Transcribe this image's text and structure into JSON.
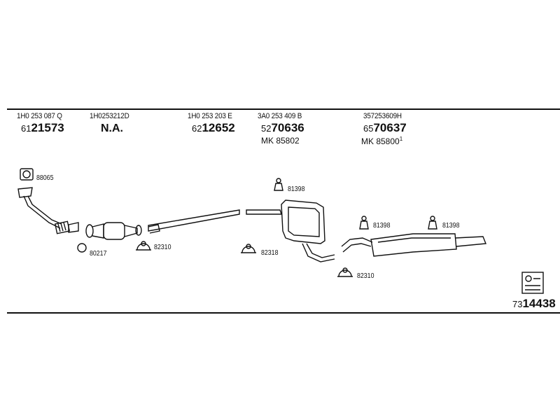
{
  "columns": [
    {
      "oem": "1H0 253 087 Q",
      "code_prefix": "61",
      "code_main": "21573"
    },
    {
      "oem": "1H0253212D",
      "na": "N.A."
    },
    {
      "oem": "1H0 253 203 E",
      "code_prefix": "62",
      "code_main": "12652"
    },
    {
      "oem": "3A0 253 409 B",
      "code_prefix": "52",
      "code_main": "70636",
      "mk": "MK 85802"
    },
    {
      "oem": "357253609H",
      "code_prefix": "65",
      "code_main": "70637",
      "mk": "MK 85800",
      "mk_sup": "1"
    }
  ],
  "parts": {
    "gasket_top": "88065",
    "ring": "80217",
    "clamp1": "82310",
    "clamp2": "82318",
    "hanger_top": "81398",
    "hanger_mid": "81398",
    "hanger_right": "81398",
    "clamp3": "82310"
  },
  "footer": {
    "code_prefix": "73",
    "code_main": "14438"
  }
}
